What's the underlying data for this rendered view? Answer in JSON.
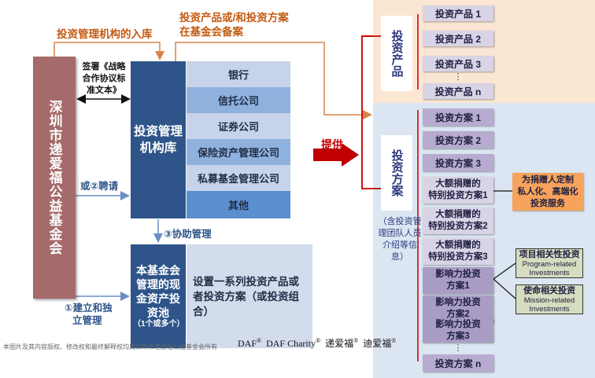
{
  "foundation": {
    "name": "深圳市递爱福公益基金会"
  },
  "top_labels": {
    "entry": "投资管理机构的入库",
    "filing_line1": "投资产品或/和投资方案",
    "filing_line2": "在基金会备案"
  },
  "sign": {
    "line1": "签署《战略",
    "line2": "合作协议标",
    "line3": "准文本》"
  },
  "institution_library": {
    "title": "投资管理机构库"
  },
  "institutions": [
    "银行",
    "信托公司",
    "证券公司",
    "保险资产管理公司",
    "私募基金管理公司",
    "其他"
  ],
  "hire_note": "或②聘请",
  "assist_note": "③协助管理",
  "setup_note": {
    "line1": "①建立和独",
    "line2": "立管理"
  },
  "pool": {
    "title": "本基金会管理的现金资产投资池",
    "sub": "（1个或多个）"
  },
  "pool_desc": "设置一系列投资产品或者投资方案（或投资组合）",
  "provide": "提供",
  "products": {
    "label": "投资产品",
    "items": [
      "投资产品 1",
      "投资产品 2",
      "投资产品 3",
      "投资产品 n"
    ],
    "ellipsis": "⋮"
  },
  "plans": {
    "label": "投资方案",
    "items": [
      "投资方案 1",
      "投资方案 2",
      "投资方案 3"
    ],
    "large": [
      {
        "line1": "大额捐赠的",
        "line2": "特别投资方案1"
      },
      {
        "line1": "大额捐赠的",
        "line2": "特别投资方案2"
      },
      {
        "line1": "大额捐赠的",
        "line2": "特别投资方案3"
      }
    ],
    "impact": [
      {
        "line1": "影响力投资",
        "line2": "方案1"
      },
      {
        "line1": "影响力投资",
        "line2": "方案2"
      },
      {
        "line1": "影响力投资",
        "line2": "方案3"
      }
    ],
    "ellipsis": "⋮",
    "last": "投资方案 n"
  },
  "team_info": "（含投资管理团队人员介绍等信息）",
  "custom": {
    "line1": "为捐赠人定制",
    "line2": "私人化、高端化",
    "line3": "投资服务"
  },
  "program": {
    "cn": "项目相关性投资",
    "en1": "Program-related",
    "en2": "Investments"
  },
  "mission": {
    "cn": "使命相关投资",
    "en1": "Mission-related",
    "en2": "Investments"
  },
  "copyright": "本图片及其内容版权、修改权和最终解释权均属深圳市递爱福公益基金会所有",
  "brands": {
    "b1": "DAF",
    "b2": "DAF Charity",
    "b3": "递爱福",
    "b4": "迪爱福",
    "reg": "®"
  },
  "colors": {
    "navy": "#2e5489",
    "foundation": "#a56a6a",
    "orange_line": "#d9834a",
    "red": "#c00000",
    "purple_light": "#d9d3e6",
    "purple_dark": "#a99dc4"
  }
}
